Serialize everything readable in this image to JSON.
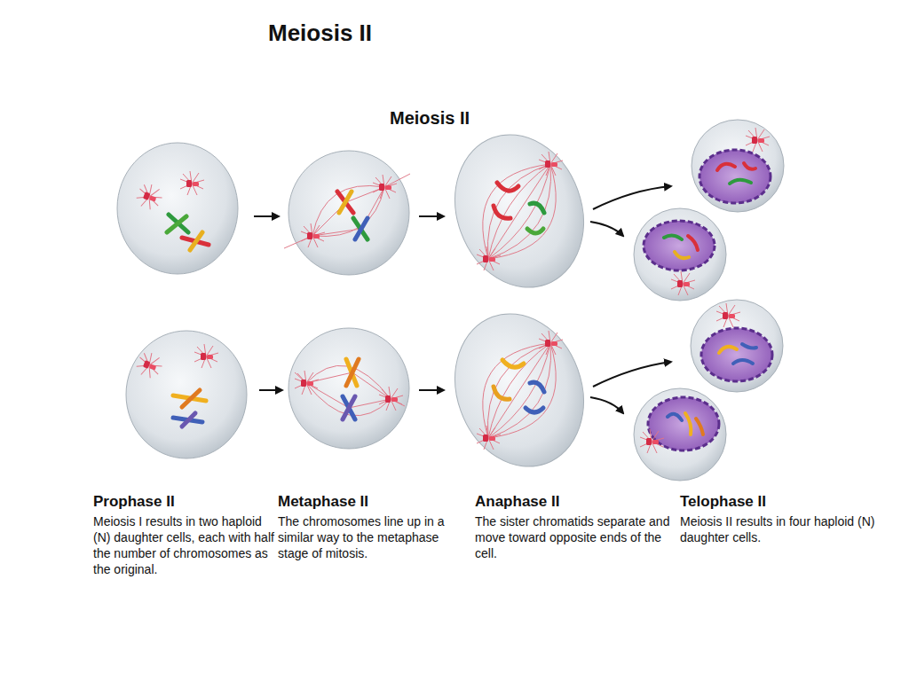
{
  "diagram": {
    "title": "Meiosis II",
    "labels": [
      "Meiosis II",
      "Prophase II",
      "Meiosis I results in two haploid (N) daughter cells, each with half the number of chromosomes as the original.",
      "Metaphase II",
      "The chromosomes line up in a similar way to the metaphase stage of mitosis.",
      "Anaphase II",
      "The sister chromatids separate and move toward opposite ends of the cell.",
      "Telophase II",
      "Meiosis II results in four haploid (N) daughter cells."
    ]
  }
}
